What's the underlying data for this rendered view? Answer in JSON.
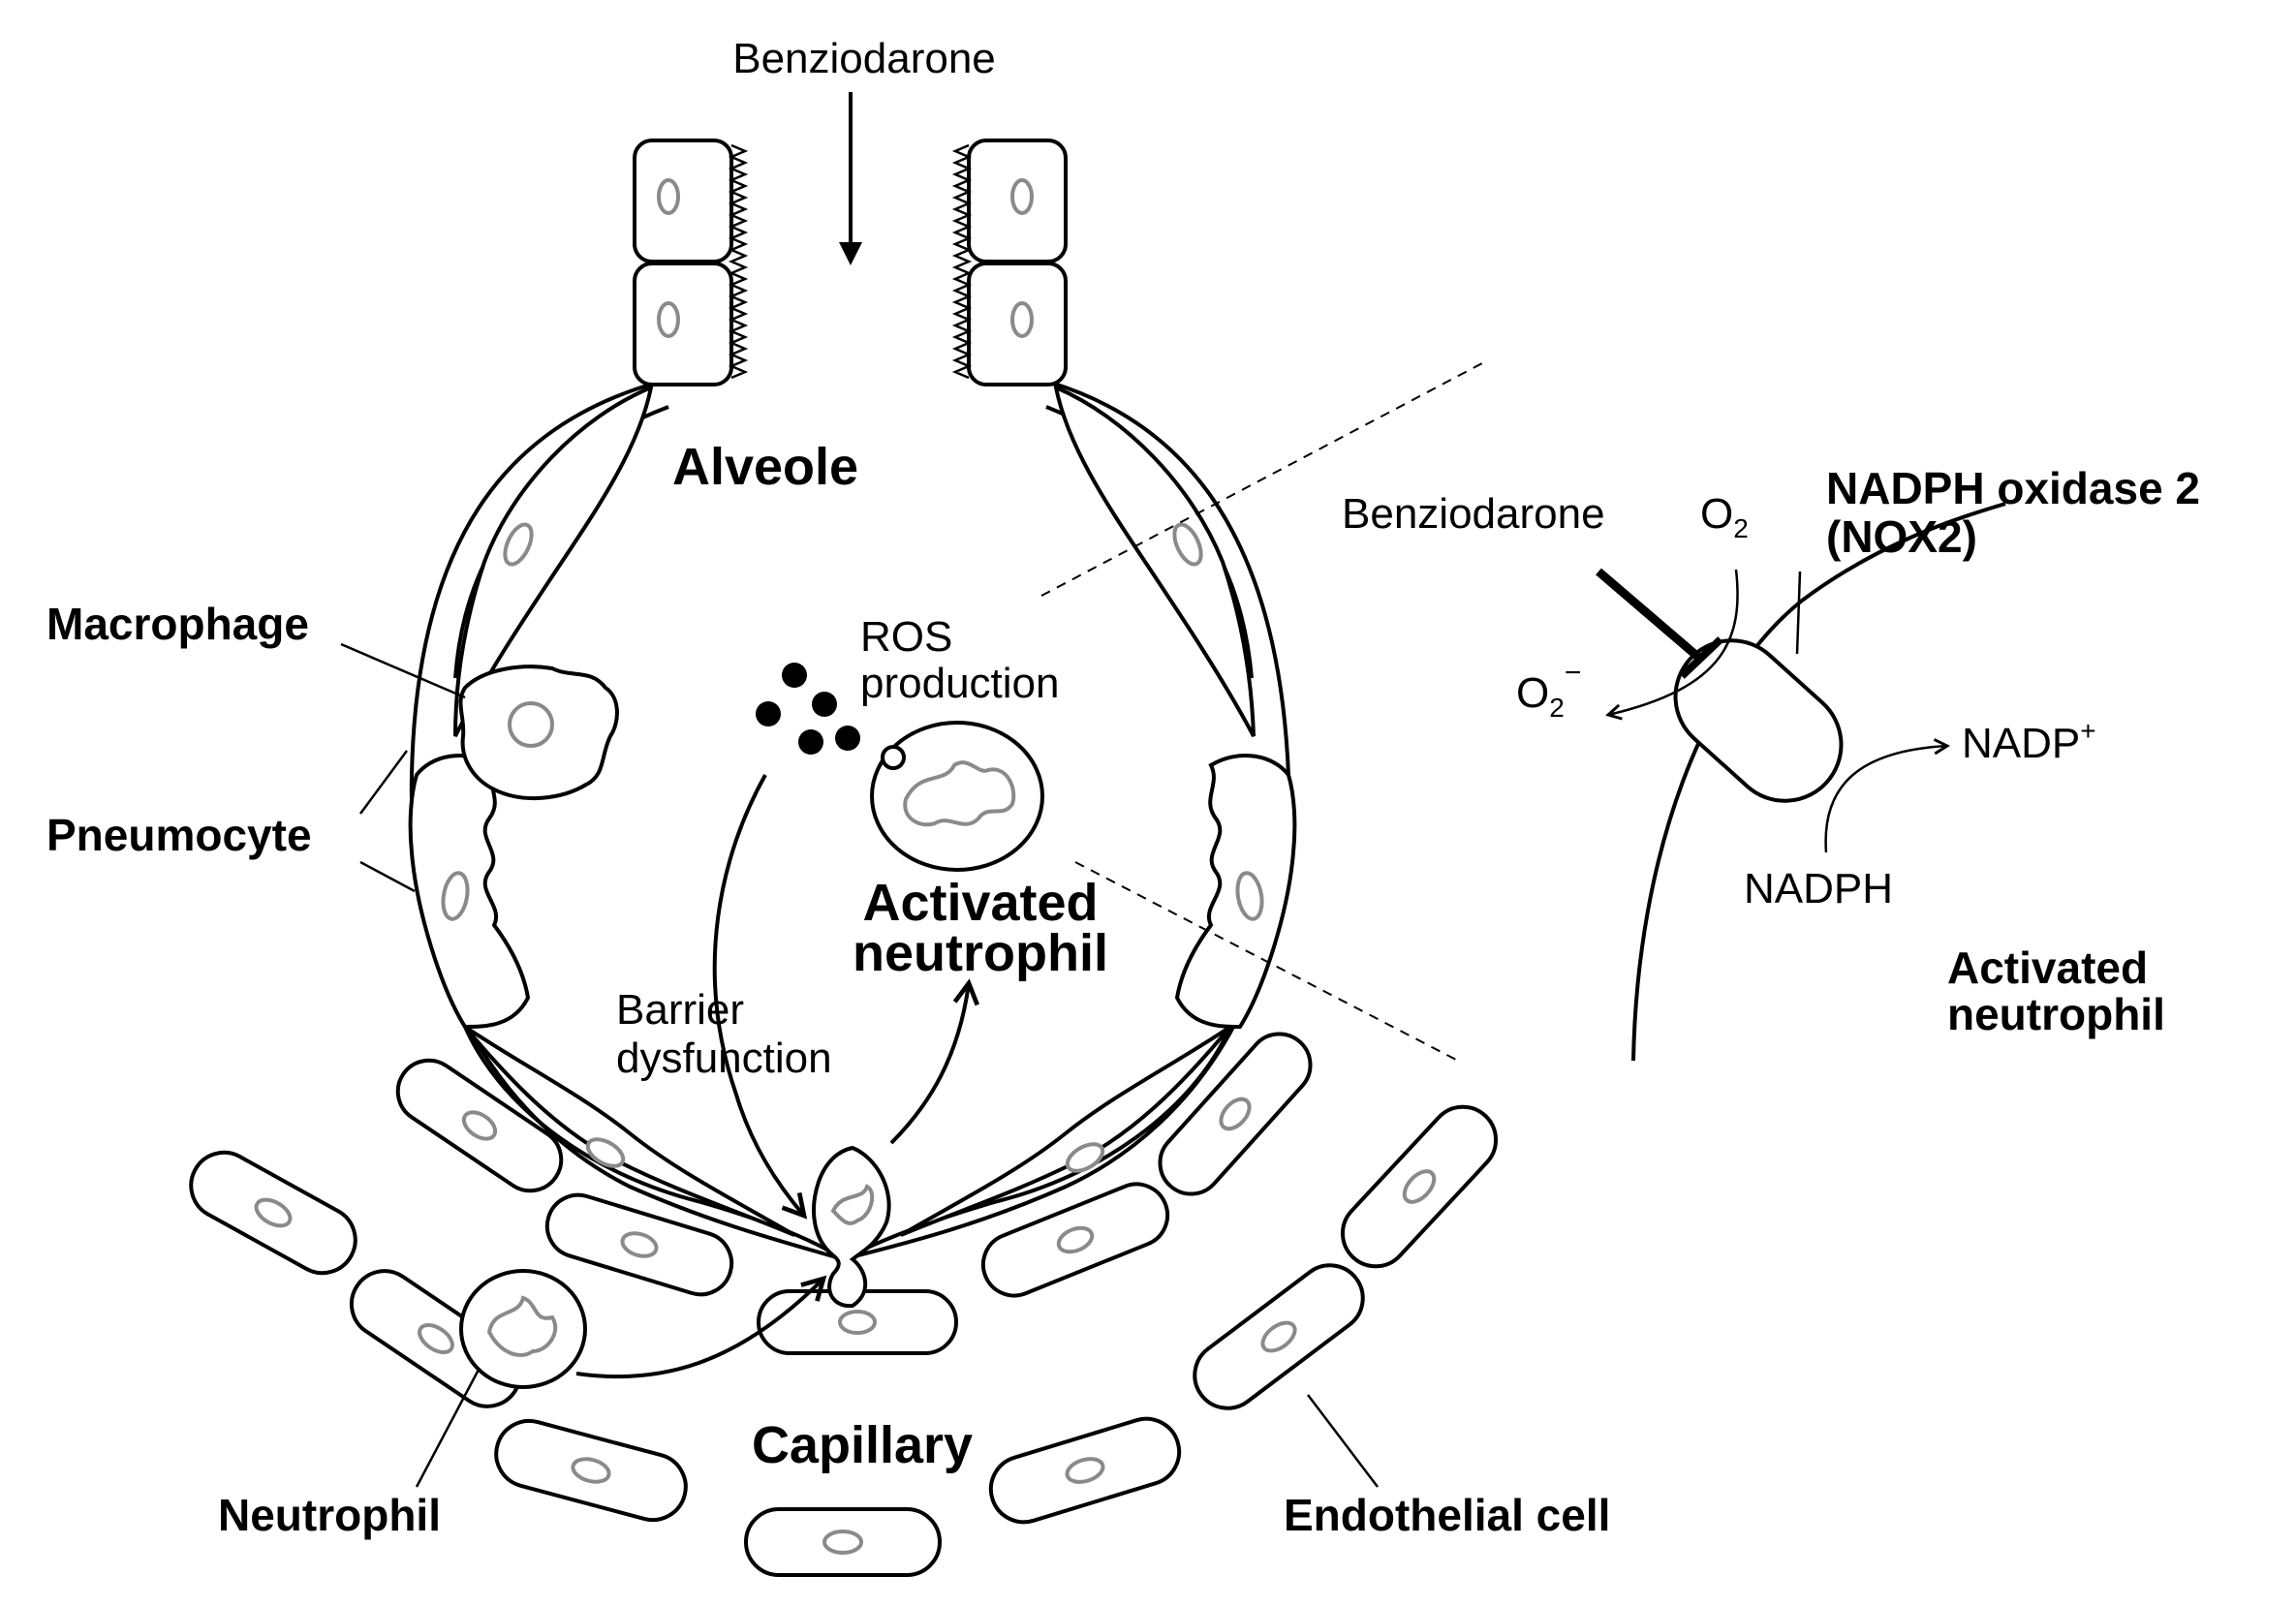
{
  "labels": {
    "benziodarone_top": "Benziodarone",
    "alveole": "Alveole",
    "macrophage": "Macrophage",
    "pneumocyte": "Pneumocyte",
    "ros_line1": "ROS",
    "ros_line2": "production",
    "activated_neutrophil_line1": "Activated",
    "activated_neutrophil_line2": "neutrophil",
    "barrier_line1": "Barrier",
    "barrier_line2": "dysfunction",
    "capillary": "Capillary",
    "neutrophil": "Neutrophil",
    "endothelial_cell": "Endothelial cell"
  },
  "inset": {
    "benziodarone": "Benziodarone",
    "o2": "O",
    "o2_sub": "2",
    "o2_minus": "O",
    "o2_minus_sub": "2",
    "o2_minus_sup": "−",
    "nox_line1": "NADPH oxidase 2",
    "nox_line2": "(NOX2)",
    "nadp": "NADP",
    "nadp_sup": "+",
    "nadph": "NADPH",
    "activated_line1": "Activated",
    "activated_line2": "neutrophil"
  }
}
